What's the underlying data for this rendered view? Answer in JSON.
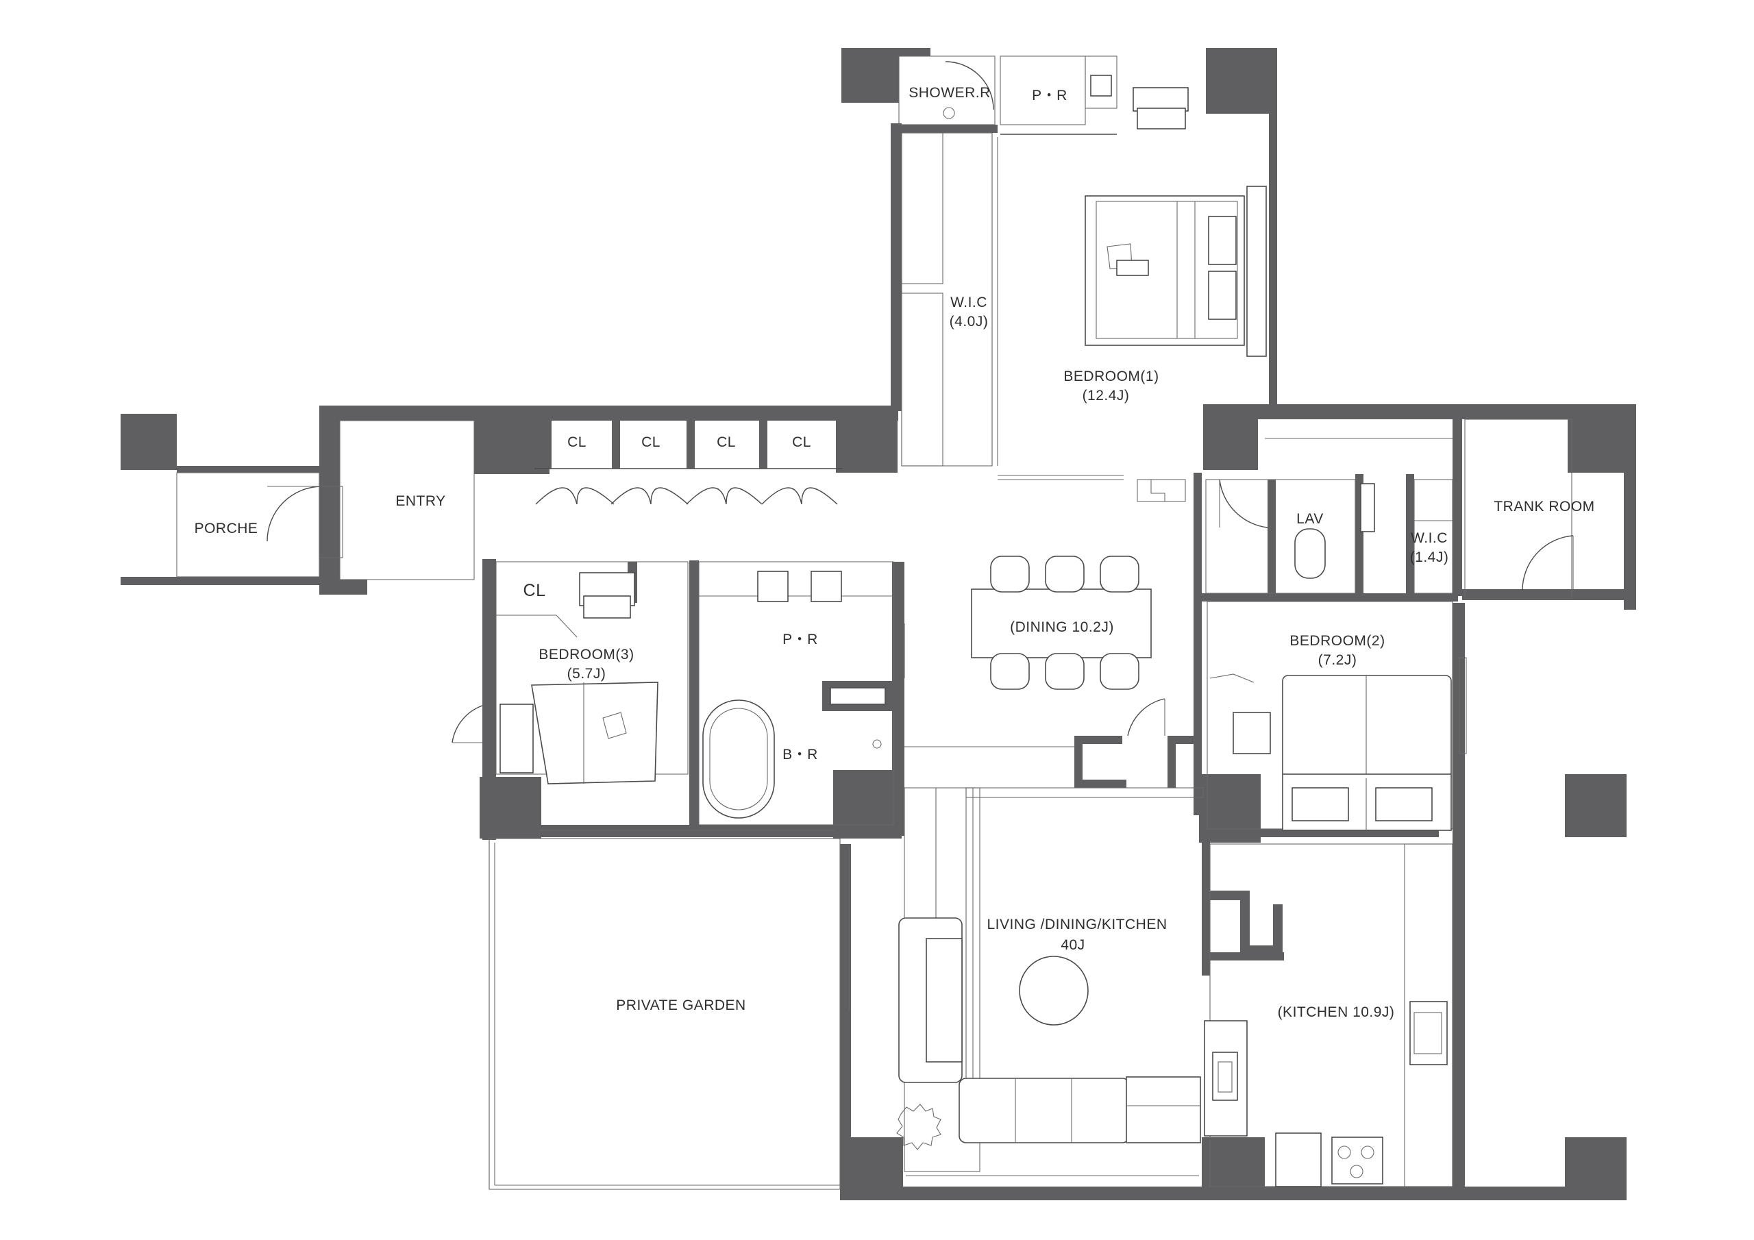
{
  "rooms": {
    "shower_r": "SHOWER.R",
    "pr_top": "P・R",
    "wic_main": "W.I.C",
    "wic_main_area": "(4.0J)",
    "bedroom1": "BEDROOM(1)",
    "bedroom1_area": "(12.4J)",
    "cl_1": "CL",
    "cl_2": "CL",
    "cl_3": "CL",
    "cl_4": "CL",
    "entry": "ENTRY",
    "porche": "PORCHE",
    "cl_bed3": "CL",
    "bedroom3": "BEDROOM(3)",
    "bedroom3_area": "(5.7J)",
    "pr_mid": "P・R",
    "br": "B・R",
    "dining": "(DINING 10.2J)",
    "lav": "LAV",
    "wic_small": "W.I.C",
    "wic_small_area": "(1.4J)",
    "trank_room": "TRANK ROOM",
    "bedroom2": "BEDROOM(2)",
    "bedroom2_area": "(7.2J)",
    "ldk": "LIVING /DINING/KITCHEN",
    "ldk_area": "40J",
    "kitchen": "(KITCHEN 10.9J)",
    "private_garden": "PRIVATE GARDEN"
  },
  "colors": {
    "wall": "#5f5f61",
    "line": "#4a4a4a",
    "background": "#ffffff"
  }
}
